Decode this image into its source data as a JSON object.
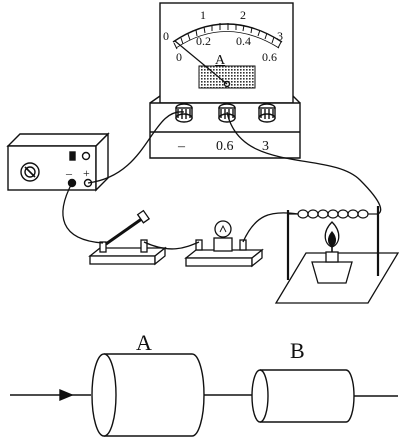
{
  "ammeter": {
    "symbol": "A",
    "scale_top": [
      "0",
      "1",
      "2",
      "3"
    ],
    "scale_bottom": [
      "0",
      "0.2",
      "0.4",
      "0.6"
    ],
    "terminals": [
      "–",
      "0.6",
      "3"
    ],
    "needle_reading": 0
  },
  "power_supply": {
    "terminal_signs": [
      "–",
      "+"
    ]
  },
  "conductors": {
    "label_a": "A",
    "label_b": "B"
  },
  "colors": {
    "ink": "#111111",
    "hatch": "#444444",
    "background": "#ffffff"
  }
}
